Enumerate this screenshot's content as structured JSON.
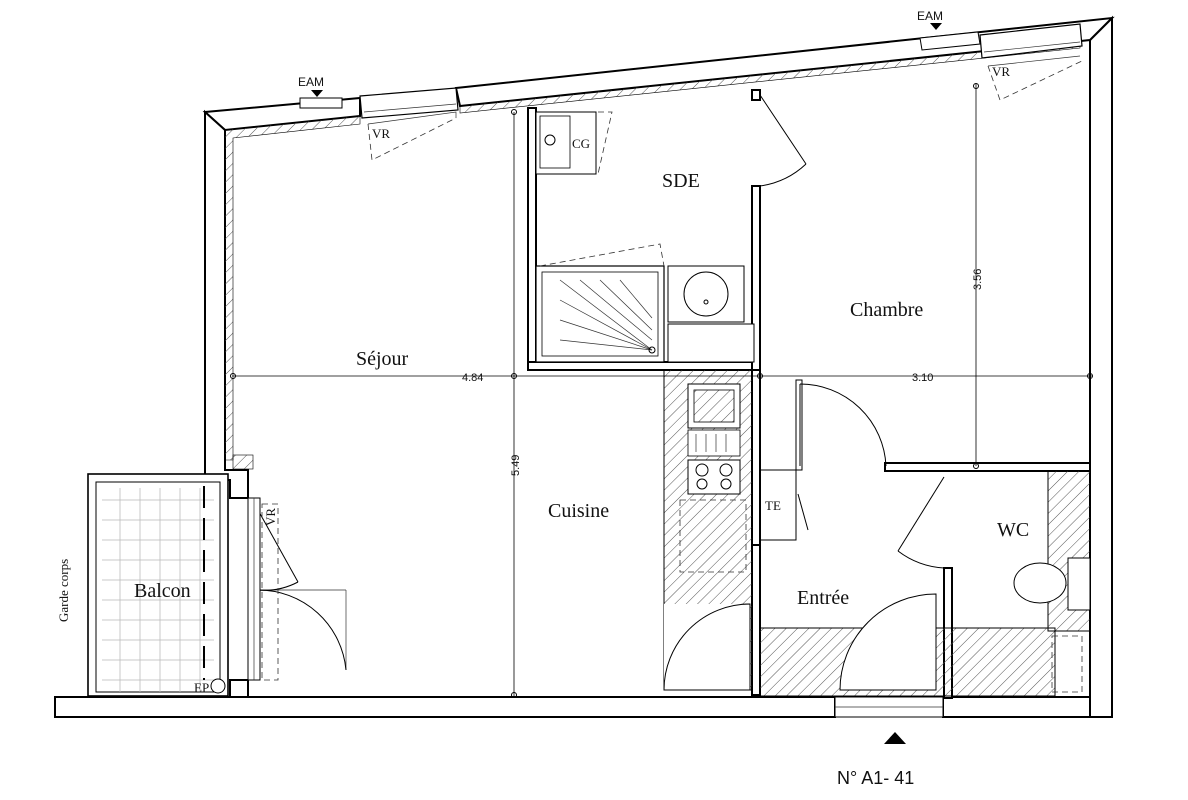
{
  "plan": {
    "reference": "N° A1- 41",
    "rooms": {
      "sejour": "Séjour",
      "cuisine": "Cuisine",
      "sde": "SDE",
      "chambre": "Chambre",
      "entree": "Entrée",
      "wc": "WC",
      "balcon": "Balcon"
    },
    "labels": {
      "garde_corps": "Garde corps",
      "cg": "CG",
      "te": "TE",
      "ep": "EP",
      "vr_left": "VR",
      "vr_right": "VR",
      "vr_balcony": "VR",
      "eam_left": "EAM",
      "eam_right": "EAM"
    },
    "dimensions": {
      "sejour_width": "4.84",
      "chambre_width": "3.10",
      "sejour_depth": "5.49",
      "chambre_depth": "3.56"
    }
  }
}
